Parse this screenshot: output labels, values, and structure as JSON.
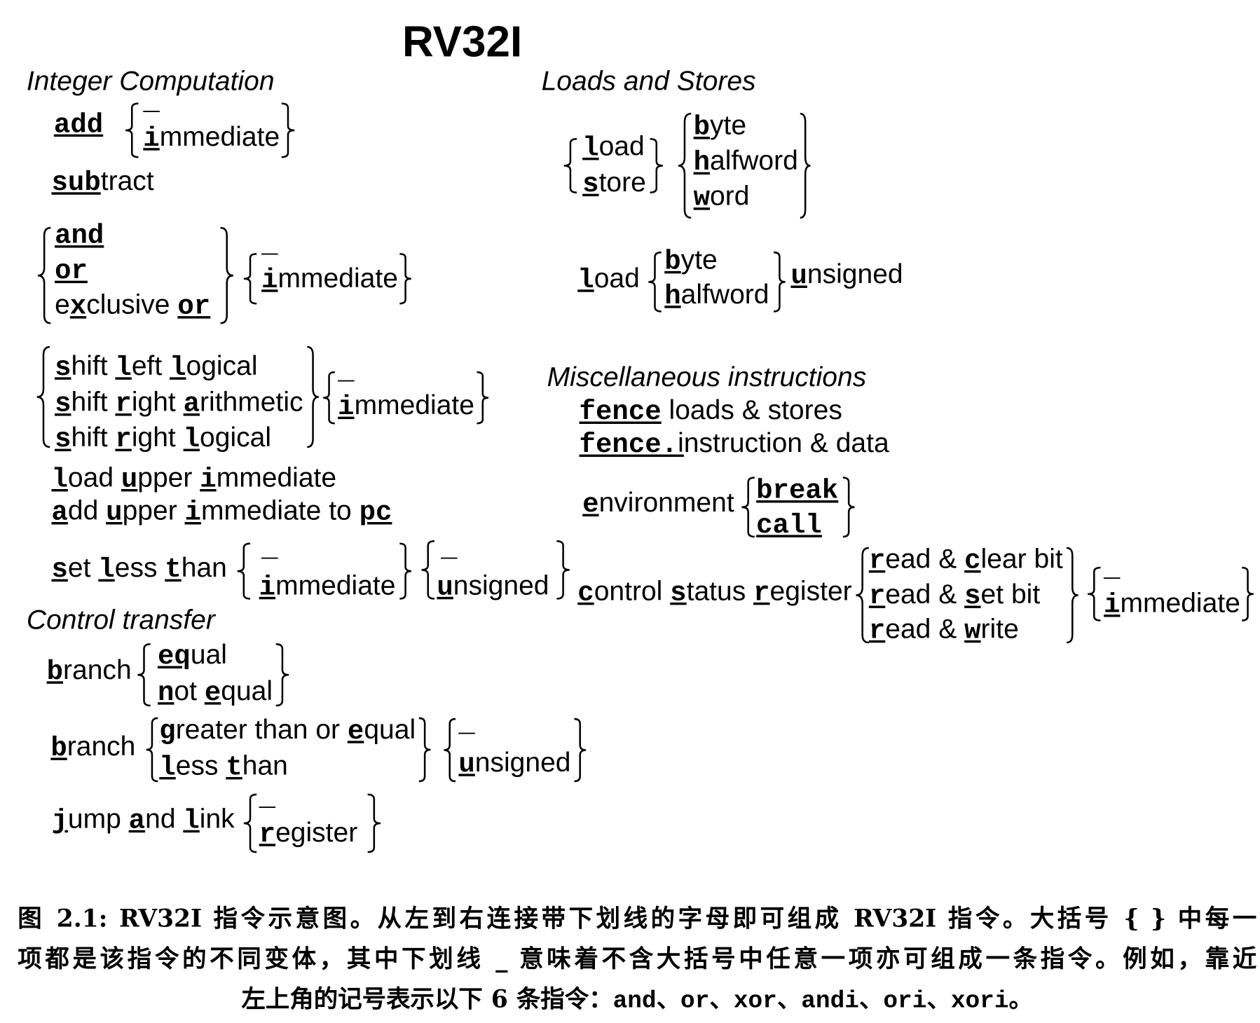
{
  "title": "RV32I",
  "colors": {
    "text": "#000000",
    "background": "#ffffff"
  },
  "integer": {
    "heading": "Integer Computation",
    "add": [
      {
        "t": "add",
        "u": true
      }
    ],
    "add_blank": "_",
    "add_imm": [
      {
        "t": "i",
        "u": true
      },
      {
        "t": "mmediate"
      }
    ],
    "sub": [
      {
        "t": "sub",
        "u": true
      },
      {
        "t": "tract"
      }
    ],
    "logic": [
      [
        {
          "t": "and",
          "u": true
        }
      ],
      [
        {
          "t": "or",
          "u": true
        }
      ],
      [
        {
          "t": "e"
        },
        {
          "t": "x",
          "u": true
        },
        {
          "t": "clusive "
        },
        {
          "t": "or",
          "u": true
        }
      ]
    ],
    "logic_blank": "_",
    "logic_imm": [
      {
        "t": "i",
        "u": true
      },
      {
        "t": "mmediate"
      }
    ],
    "shift": [
      [
        {
          "t": "s",
          "u": true
        },
        {
          "t": "hift "
        },
        {
          "t": "l",
          "u": true
        },
        {
          "t": "eft "
        },
        {
          "t": "l",
          "u": true
        },
        {
          "t": "ogical"
        }
      ],
      [
        {
          "t": "s",
          "u": true
        },
        {
          "t": "hift "
        },
        {
          "t": "r",
          "u": true
        },
        {
          "t": "ight "
        },
        {
          "t": "a",
          "u": true
        },
        {
          "t": "rithmetic"
        }
      ],
      [
        {
          "t": "s",
          "u": true
        },
        {
          "t": "hift "
        },
        {
          "t": "r",
          "u": true
        },
        {
          "t": "ight "
        },
        {
          "t": "l",
          "u": true
        },
        {
          "t": "ogical"
        }
      ]
    ],
    "shift_blank": "_",
    "shift_imm": [
      {
        "t": "i",
        "u": true
      },
      {
        "t": "mmediate"
      }
    ],
    "lui": [
      {
        "t": "l",
        "u": true
      },
      {
        "t": "oad "
      },
      {
        "t": "u",
        "u": true
      },
      {
        "t": "pper "
      },
      {
        "t": "i",
        "u": true
      },
      {
        "t": "mmediate"
      }
    ],
    "auipc": [
      {
        "t": "a",
        "u": true
      },
      {
        "t": "dd "
      },
      {
        "t": "u",
        "u": true
      },
      {
        "t": "pper "
      },
      {
        "t": "i",
        "u": true
      },
      {
        "t": "mmediate to "
      },
      {
        "t": "pc",
        "u": true
      }
    ],
    "slt": [
      {
        "t": "s",
        "u": true
      },
      {
        "t": "et "
      },
      {
        "t": "l",
        "u": true
      },
      {
        "t": "ess "
      },
      {
        "t": "t",
        "u": true
      },
      {
        "t": "han"
      }
    ],
    "slt_blank": "_",
    "slt_imm": [
      {
        "t": "i",
        "u": true
      },
      {
        "t": "mmediate"
      }
    ],
    "slt_u_blank": "_",
    "slt_unsigned": [
      {
        "t": "u",
        "u": true
      },
      {
        "t": "nsigned"
      }
    ]
  },
  "control": {
    "heading": "Control transfer",
    "branch1": [
      {
        "t": "b",
        "u": true
      },
      {
        "t": "ranch"
      }
    ],
    "branch1_opts": [
      [
        {
          "t": "eq",
          "u": true
        },
        {
          "t": "ual"
        }
      ],
      [
        {
          "t": "n",
          "u": true
        },
        {
          "t": "ot "
        },
        {
          "t": "e",
          "u": true
        },
        {
          "t": "qual"
        }
      ]
    ],
    "branch2": [
      {
        "t": "b",
        "u": true
      },
      {
        "t": "ranch"
      }
    ],
    "branch2_opts": [
      [
        {
          "t": "g",
          "u": true
        },
        {
          "t": "reater than or "
        },
        {
          "t": "e",
          "u": true
        },
        {
          "t": "qual"
        }
      ],
      [
        {
          "t": "l",
          "u": true
        },
        {
          "t": "ess "
        },
        {
          "t": "t",
          "u": true
        },
        {
          "t": "han"
        }
      ]
    ],
    "branch2_blank": "_",
    "branch2_unsigned": [
      {
        "t": "u",
        "u": true
      },
      {
        "t": "nsigned"
      }
    ],
    "jal": [
      {
        "t": "j",
        "u": true
      },
      {
        "t": "ump "
      },
      {
        "t": "a",
        "u": true
      },
      {
        "t": "nd "
      },
      {
        "t": "l",
        "u": true
      },
      {
        "t": "ink"
      }
    ],
    "jal_blank": "_",
    "jal_reg": [
      {
        "t": "r",
        "u": true
      },
      {
        "t": "egister"
      }
    ]
  },
  "loads": {
    "heading": "Loads and Stores",
    "ops": [
      [
        {
          "t": "l",
          "u": true
        },
        {
          "t": "oad"
        }
      ],
      [
        {
          "t": "s",
          "u": true
        },
        {
          "t": "tore"
        }
      ]
    ],
    "sizes": [
      [
        {
          "t": "b",
          "u": true
        },
        {
          "t": "yte"
        }
      ],
      [
        {
          "t": "h",
          "u": true
        },
        {
          "t": "alfword"
        }
      ],
      [
        {
          "t": "w",
          "u": true
        },
        {
          "t": "ord"
        }
      ]
    ],
    "load": [
      {
        "t": "l",
        "u": true
      },
      {
        "t": "oad"
      }
    ],
    "load_sizes": [
      [
        {
          "t": "b",
          "u": true
        },
        {
          "t": "yte"
        }
      ],
      [
        {
          "t": "h",
          "u": true
        },
        {
          "t": "alfword"
        }
      ]
    ],
    "unsigned": [
      {
        "t": "u",
        "u": true
      },
      {
        "t": "nsigned"
      }
    ]
  },
  "misc": {
    "heading": "Miscellaneous instructions",
    "fence": [
      {
        "t": "fence",
        "u": true
      },
      {
        "t": " loads & stores"
      }
    ],
    "fencei": [
      {
        "t": "fence.",
        "u": true
      },
      {
        "t": "i",
        "u": true,
        "sans": true
      },
      {
        "t": "nstruction & data"
      }
    ],
    "env": [
      {
        "t": "e",
        "u": true
      },
      {
        "t": "nvironment"
      }
    ],
    "env_opts": [
      [
        {
          "t": "break",
          "u": true
        }
      ],
      [
        {
          "t": "call",
          "u": true
        }
      ]
    ],
    "csr": [
      {
        "t": "c",
        "u": true
      },
      {
        "t": "ontrol "
      },
      {
        "t": "s",
        "u": true
      },
      {
        "t": "tatus "
      },
      {
        "t": "r",
        "u": true
      },
      {
        "t": "egister"
      }
    ],
    "csr_opts": [
      [
        {
          "t": "r",
          "u": true
        },
        {
          "t": "ead & "
        },
        {
          "t": "c",
          "u": true
        },
        {
          "t": "lear bit"
        }
      ],
      [
        {
          "t": "r",
          "u": true
        },
        {
          "t": "ead & "
        },
        {
          "t": "s",
          "u": true
        },
        {
          "t": "et bit"
        }
      ],
      [
        {
          "t": "r",
          "u": true
        },
        {
          "t": "ead & "
        },
        {
          "t": "w",
          "u": true
        },
        {
          "t": "rite"
        }
      ]
    ],
    "csr_blank": "_",
    "csr_imm": [
      {
        "t": "i",
        "u": true
      },
      {
        "t": "mmediate"
      }
    ]
  },
  "caption": {
    "lines": [
      [
        {
          "t": "图 2.1: RV32I 指令示意图。从左到右连接带下划线的字母即可组成 RV32I 指令。大括号 { } 中每一"
        }
      ],
      [
        {
          "t": "项都是该指令的不同变体，其中下划线 _ 意味着不含大括号中任意一项亦可组成一条指令。例如，靠近"
        }
      ],
      [
        {
          "t": "左上角的记号表示以下 6 条指令："
        },
        {
          "t": "and",
          "mono": true
        },
        {
          "t": "、"
        },
        {
          "t": "or",
          "mono": true
        },
        {
          "t": "、"
        },
        {
          "t": "xor",
          "mono": true
        },
        {
          "t": "、"
        },
        {
          "t": "andi",
          "mono": true
        },
        {
          "t": "、"
        },
        {
          "t": "ori",
          "mono": true
        },
        {
          "t": "、"
        },
        {
          "t": "xori",
          "mono": true
        },
        {
          "t": "。"
        }
      ]
    ]
  }
}
